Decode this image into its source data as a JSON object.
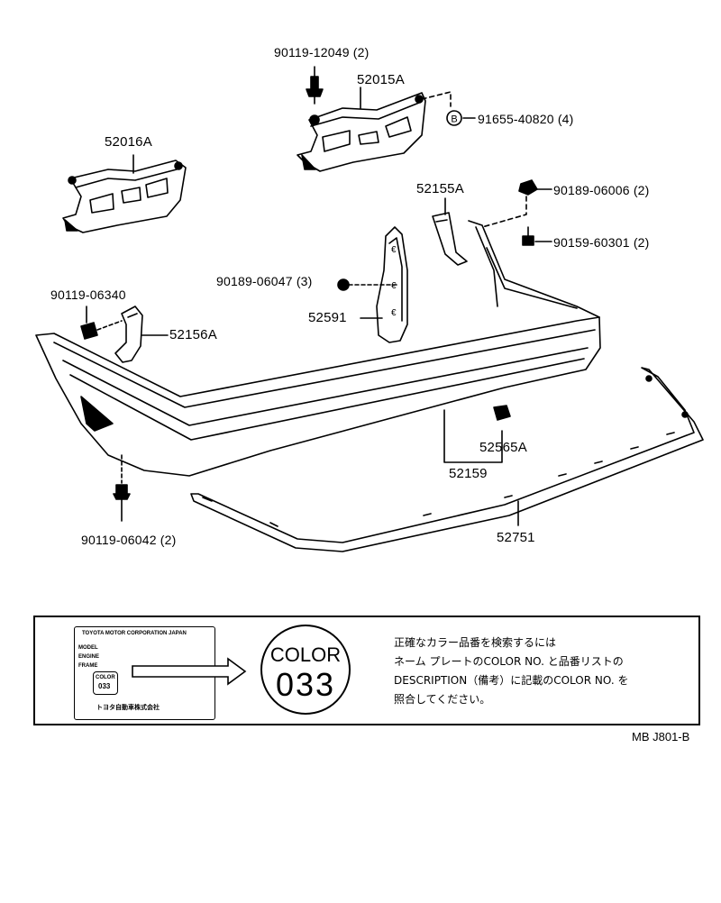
{
  "labels": {
    "p52015a": "52015A",
    "p90119_12049": "90119-12049 (2)",
    "p91655_40820": "91655-40820 (4)",
    "p52016a": "52016A",
    "p52155a": "52155A",
    "p90189_06006": "90189-06006 (2)",
    "p90159_60301": "90159-60301 (2)",
    "p90189_06047": "90189-06047 (3)",
    "p90119_06340": "90119-06340",
    "p52156a": "52156A",
    "p52591": "52591",
    "p52565a": "52565A",
    "p52159": "52159",
    "p90119_06042": "90119-06042 (2)",
    "p52751": "52751",
    "washer_letter": "B"
  },
  "panel": {
    "plate_header": "TOYOTA MOTOR CORPORATION JAPAN",
    "plate_model": "MODEL",
    "plate_engine": "ENGINE",
    "plate_frame": "FRAME",
    "plate_color_small": "COLOR",
    "plate_code_small": "033",
    "plate_footer": "トヨタ自動車株式会社",
    "color_word": "COLOR",
    "color_code": "033",
    "note_line1": "正確なカラー品番を検索するには",
    "note_line2": "ネーム プレートのCOLOR NO. と品番リストの",
    "note_line3": "DESCRIPTION（備考）に記載のCOLOR NO. を",
    "note_line4": "照合してください。"
  },
  "reference": "MB J801-B"
}
